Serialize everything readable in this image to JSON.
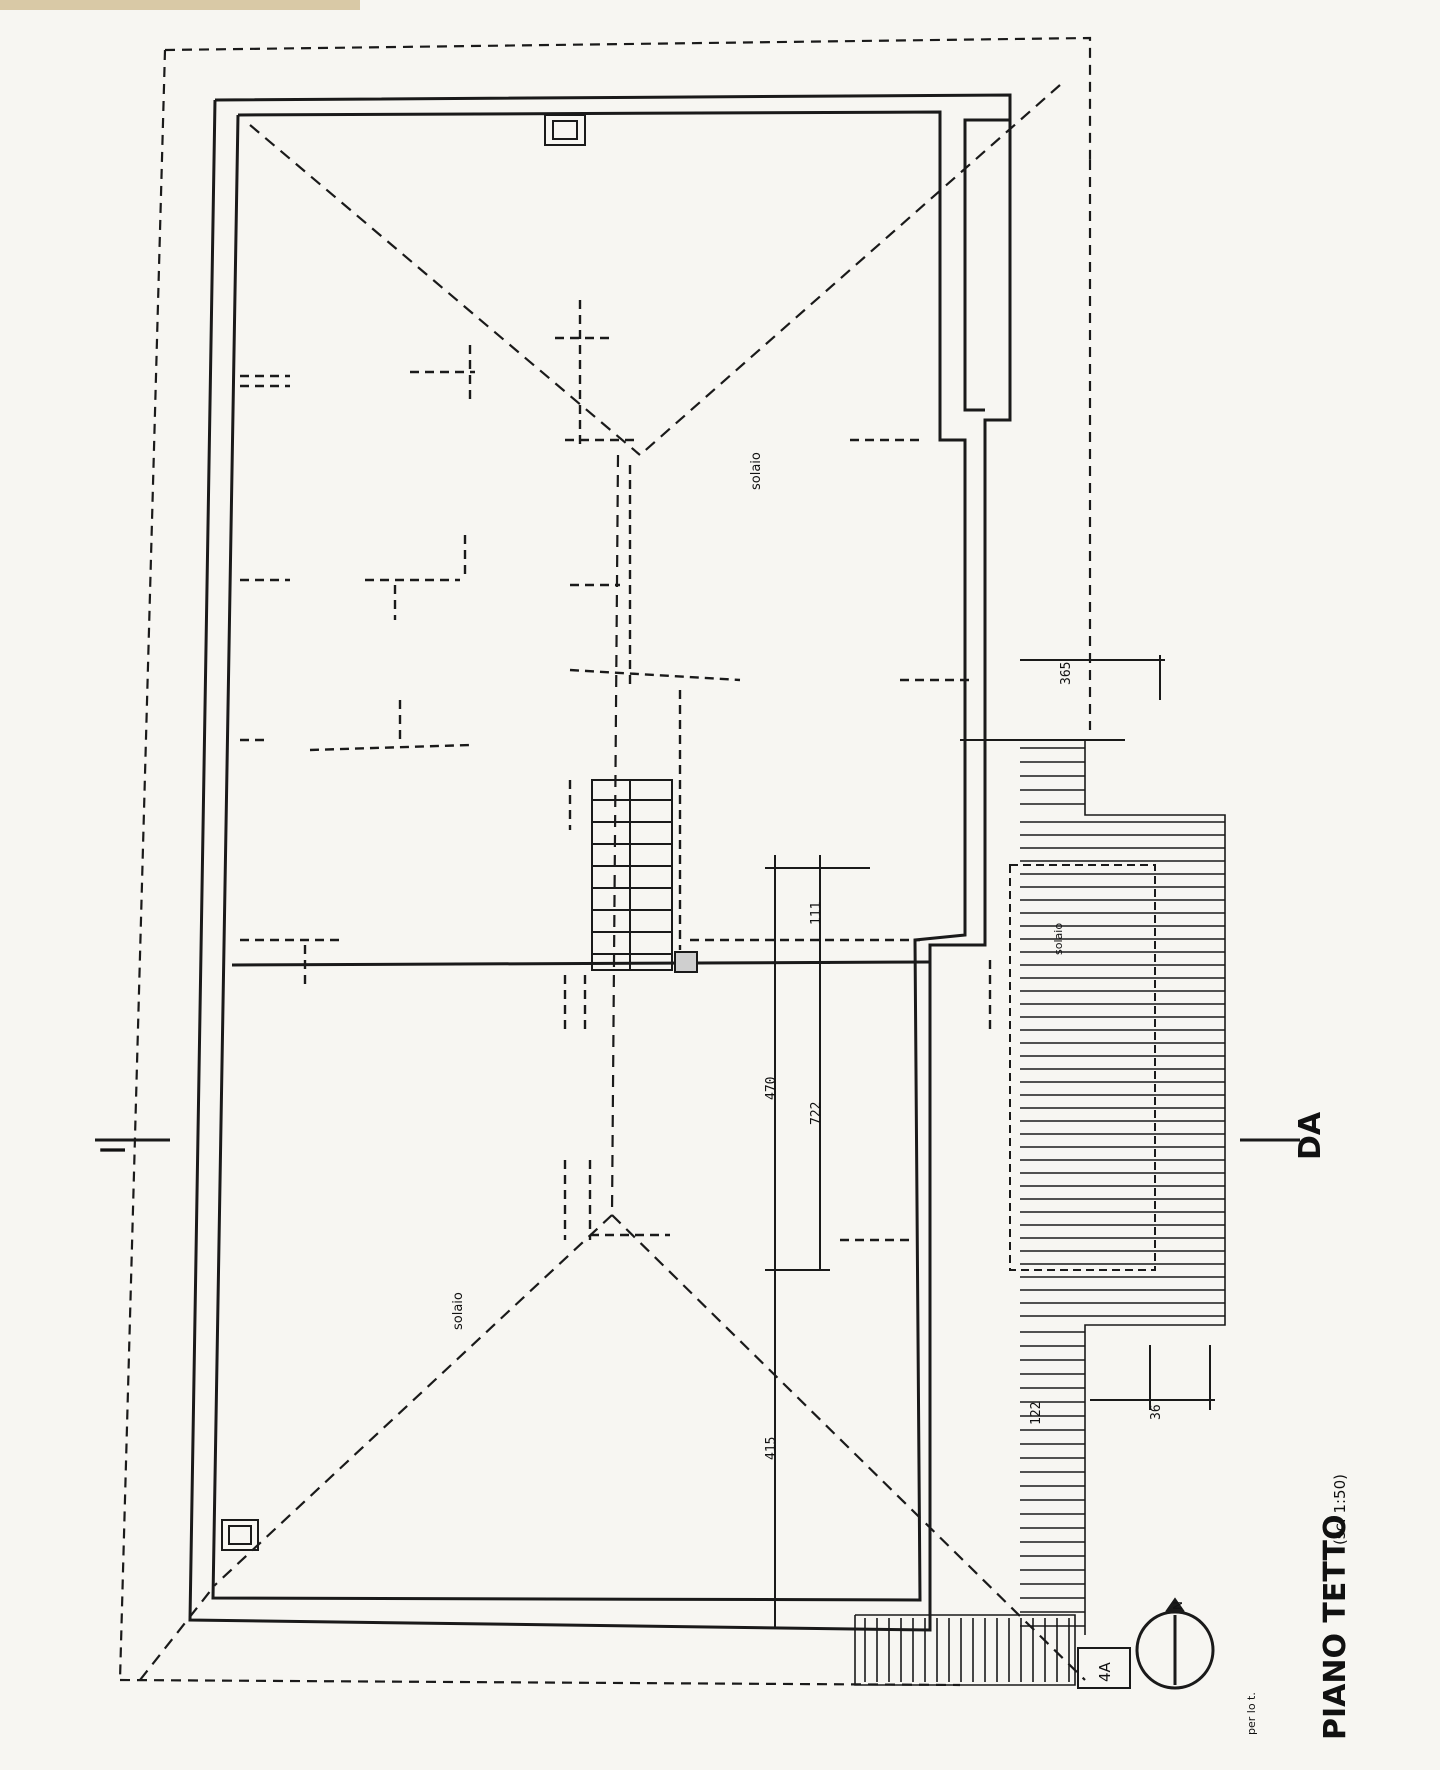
{
  "labels": {
    "room_upper": "solaio",
    "room_lower": "solaio",
    "terrace": "solaio",
    "section_left": "I",
    "section_right": "DA",
    "north_mark": "N"
  },
  "dimensions": {
    "d1": "111",
    "d2": "470",
    "d3": "722",
    "d4": "415",
    "d5": "365",
    "d6": "36",
    "d7": "122"
  },
  "title_block": {
    "title": "PIANO TETTO",
    "scale": "(sc. 1:50)",
    "note_line1": "per lo t. ",
    "note_line2": "",
    "sheet_code": "4A"
  },
  "colors": {
    "ink": "#1a1a1a",
    "paper": "#f7f6f2"
  }
}
